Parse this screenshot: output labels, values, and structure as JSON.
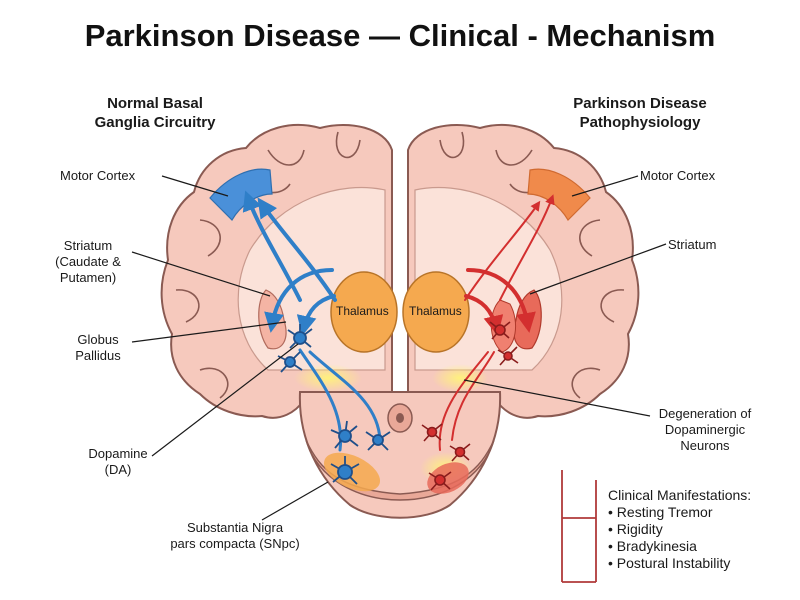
{
  "title": "Parkinson Disease — Clinical - Mechanism",
  "left_panel": {
    "heading_line1": "Normal Basal",
    "heading_line2": "Ganglia Circuitry",
    "motor_cortex": "Motor Cortex",
    "striatum_line1": "Striatum",
    "striatum_line2": "(Caudate &",
    "striatum_line3": "Putamen)",
    "globus_line1": "Globus",
    "globus_line2": "Pallidus",
    "dopamine_line1": "Dopamine",
    "dopamine_line2": "(DA)",
    "snpc_line1": "Substantia Nigra",
    "snpc_line2": "pars compacta (SNpc)",
    "thalamus": "Thalamus"
  },
  "right_panel": {
    "heading_line1": "Parkinson Disease",
    "heading_line2": "Pathophysiology",
    "motor_cortex": "Motor Cortex",
    "striatum": "Striatum",
    "degeneration_line1": "Degeneration of",
    "degeneration_line2": "Dopaminergic",
    "degeneration_line3": "Neurons",
    "thalamus": "Thalamus"
  },
  "clinical": {
    "heading": "Clinical Manifestations:",
    "items": [
      "Resting Tremor",
      "Rigidity",
      "Bradykinesia",
      "Postural Instability"
    ]
  },
  "colors": {
    "normal": "#2f7fc8",
    "disease": "#d32f2f",
    "brain": "#f6c9bd",
    "brain_outline": "#8a5a52",
    "thalamus": "#f5a94f",
    "highlight": "#fff37a"
  },
  "icons": {
    "neuron_normal": "blue-neuron-icon",
    "neuron_disease": "red-neuron-icon"
  }
}
